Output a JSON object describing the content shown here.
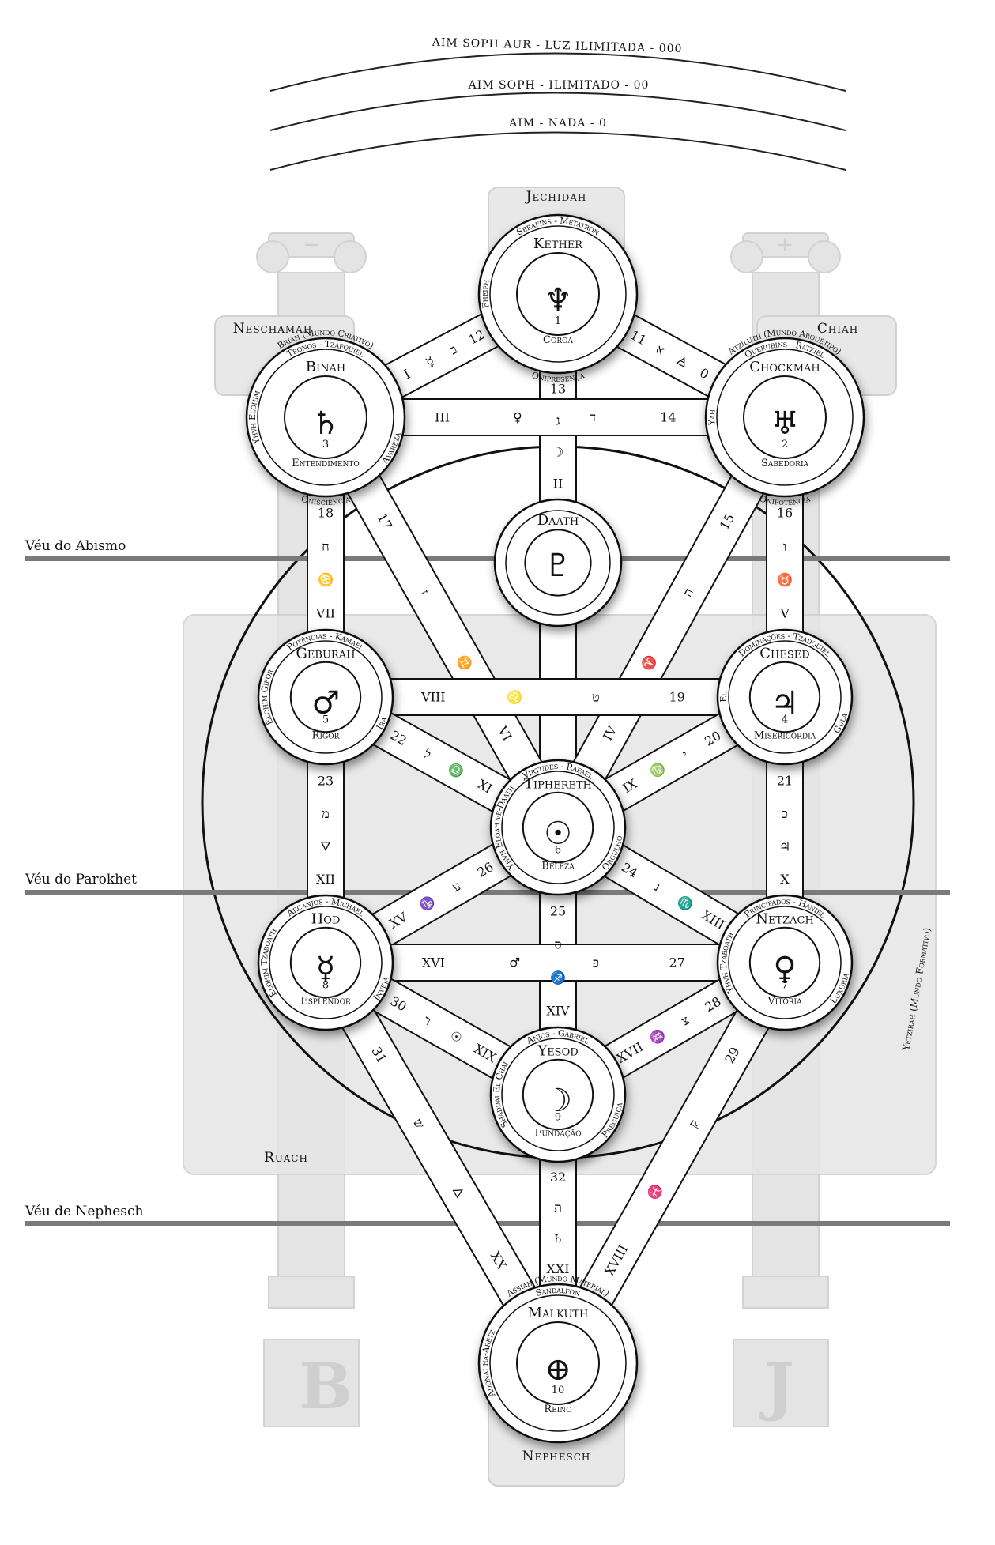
{
  "arcs": {
    "arc1": "AIM SOPH AUR - LUZ ILIMITADA - 000",
    "arc2": "AIM SOPH - ILIMITADO - 00",
    "arc3": "AIM - NADA - 0"
  },
  "regions": {
    "jechidah": "Jechidah",
    "neschamah": "Neschamah",
    "chiah": "Chiah",
    "ruach": "Ruach",
    "nephesch": "Nephesch",
    "yetzirah": "Yetzirah (Mundo Formativo)"
  },
  "veils": {
    "abismo": "Véu do Abismo",
    "parokhet": "Véu do Parokhet",
    "nephesch": "Véu de Nephesch"
  },
  "pillars": {
    "left_sign": "−",
    "right_sign": "+",
    "left_letter": "B",
    "right_letter": "J"
  },
  "sephiroth": {
    "kether": {
      "name": "Kether",
      "symbol": "♆",
      "number": "1",
      "quality": "Coroa",
      "ring_top": "Serafins - Metatron",
      "ring_left": "Eheieh",
      "ring_bottom": "Onipresença"
    },
    "chockmah": {
      "name": "Chockmah",
      "symbol": "♅",
      "number": "2",
      "quality": "Sabedoria",
      "ring_outer": "Atziluth (Mundo Arquétipo)",
      "ring_top": "Querubins - Ratziel",
      "ring_left": "Yah",
      "ring_bottom": "Onipotência"
    },
    "binah": {
      "name": "Binah",
      "symbol": "♄",
      "number": "3",
      "quality": "Entendimento",
      "ring_outer": "Briah (Mundo Criativo)",
      "ring_top": "Tronos - Tzafquiel",
      "ring_left": "Yhvh Elohim",
      "ring_right": "Avareza",
      "ring_bottom": "Onisciência"
    },
    "daath": {
      "name": "Daath",
      "symbol": "♇"
    },
    "chesed": {
      "name": "Chesed",
      "symbol": "♃",
      "number": "4",
      "quality": "Misericórdia",
      "ring_top": "Dominações - Tzadquiel",
      "ring_left": "El",
      "ring_right": "Gula"
    },
    "geburah": {
      "name": "Geburah",
      "symbol": "♂",
      "number": "5",
      "quality": "Rigor",
      "ring_top": "Potências - Kamael",
      "ring_left": "Elohim Gibor",
      "ring_right": "Ira"
    },
    "tiphereth": {
      "name": "Tiphereth",
      "symbol": "☉",
      "number": "6",
      "quality": "Beleza",
      "ring_top": "Virtudes - Rafael",
      "ring_left": "Yhvh Eloah ve-Daath",
      "ring_right": "Orgulho"
    },
    "netzach": {
      "name": "Netzach",
      "symbol": "♀",
      "number": "7",
      "quality": "Vitória",
      "ring_top": "Principados - Haniel",
      "ring_left": "Yhvh Tzaboath",
      "ring_right": "Luxúria"
    },
    "hod": {
      "name": "Hod",
      "symbol": "☿",
      "number": "8",
      "quality": "Esplendor",
      "ring_top": "Arcanjos - Michael",
      "ring_left": "Elohim Tzaboath",
      "ring_right": "Inveja"
    },
    "yesod": {
      "name": "Yesod",
      "symbol": "☽",
      "number": "9",
      "quality": "Fundação",
      "ring_top": "Anjos - Gabriel",
      "ring_left": "Shaddai El Chai",
      "ring_right": "Preguiça"
    },
    "malkuth": {
      "name": "Malkuth",
      "symbol": "⊕",
      "number": "10",
      "quality": "Reino",
      "ring_outer": "Assiah (Mundo Material)",
      "ring_top": "Sandalfon",
      "ring_left": "Adonai ha-Aretz"
    }
  },
  "paths": {
    "p11": {
      "num": "11",
      "letter": "א",
      "sign": "🜁",
      "trump": "0"
    },
    "p12": {
      "num": "12",
      "letter": "ב",
      "sign": "☿",
      "trump": "I"
    },
    "p13": {
      "num": "13",
      "letter": "ג",
      "sign": "☽",
      "trump": "II"
    },
    "p14": {
      "num": "14",
      "letter": "ד",
      "sign": "♀",
      "trump": "III"
    },
    "p15": {
      "num": "15",
      "letter": "ה",
      "sign": "♈",
      "trump": "IV"
    },
    "p16": {
      "num": "16",
      "letter": "ו",
      "sign": "♉",
      "trump": "V"
    },
    "p17": {
      "num": "17",
      "letter": "ז",
      "sign": "♊",
      "trump": "VI"
    },
    "p18": {
      "num": "18",
      "letter": "ח",
      "sign": "♋",
      "trump": "VII"
    },
    "p19": {
      "num": "19",
      "letter": "ט",
      "sign": "♌",
      "trump": "VIII"
    },
    "p20": {
      "num": "20",
      "letter": "י",
      "sign": "♍",
      "trump": "IX"
    },
    "p21": {
      "num": "21",
      "letter": "כ",
      "sign": "♃",
      "trump": "X"
    },
    "p22": {
      "num": "22",
      "letter": "ל",
      "sign": "♎",
      "trump": "XI"
    },
    "p23": {
      "num": "23",
      "letter": "מ",
      "sign": "🜄",
      "trump": "XII"
    },
    "p24": {
      "num": "24",
      "letter": "נ",
      "sign": "♏",
      "trump": "XIII"
    },
    "p25": {
      "num": "25",
      "letter": "ס",
      "sign": "♐",
      "trump": "XIV"
    },
    "p26": {
      "num": "26",
      "letter": "ע",
      "sign": "♑",
      "trump": "XV"
    },
    "p27": {
      "num": "27",
      "letter": "פ",
      "sign": "♂",
      "trump": "XVI"
    },
    "p28": {
      "num": "28",
      "letter": "צ",
      "sign": "♒",
      "trump": "XVII"
    },
    "p29": {
      "num": "29",
      "letter": "ק",
      "sign": "♓",
      "trump": "XVIII"
    },
    "p30": {
      "num": "30",
      "letter": "ר",
      "sign": "☉",
      "trump": "XIX"
    },
    "p31": {
      "num": "31",
      "letter": "ש",
      "sign": "🜂",
      "trump": "XX"
    },
    "p32": {
      "num": "32",
      "letter": "ת",
      "sign": "♄",
      "trump": "XXI"
    }
  }
}
